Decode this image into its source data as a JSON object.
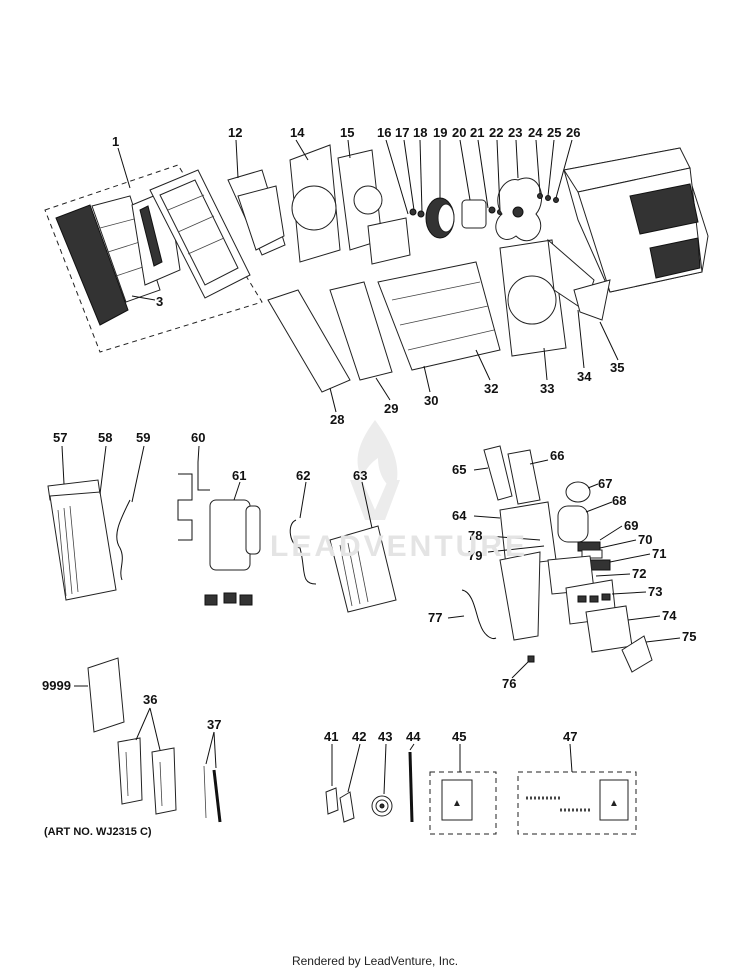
{
  "callouts": {
    "c1": "1",
    "c3": "3",
    "c12": "12",
    "c14": "14",
    "c15": "15",
    "c16": "16",
    "c17": "17",
    "c18": "18",
    "c19": "19",
    "c20": "20",
    "c21": "21",
    "c22": "22",
    "c23": "23",
    "c24": "24",
    "c25": "25",
    "c26": "26",
    "c28": "28",
    "c29": "29",
    "c30": "30",
    "c32": "32",
    "c33": "33",
    "c34": "34",
    "c35": "35",
    "c36": "36",
    "c37": "37",
    "c41": "41",
    "c42": "42",
    "c43": "43",
    "c44": "44",
    "c45": "45",
    "c47": "47",
    "c57": "57",
    "c58": "58",
    "c59": "59",
    "c60": "60",
    "c61": "61",
    "c62": "62",
    "c63": "63",
    "c64": "64",
    "c65": "65",
    "c66": "66",
    "c67": "67",
    "c68": "68",
    "c69": "69",
    "c70": "70",
    "c71": "71",
    "c72": "72",
    "c73": "73",
    "c74": "74",
    "c75": "75",
    "c76": "76",
    "c77": "77",
    "c78": "78",
    "c79": "79",
    "c9999": "9999"
  },
  "art_number": "(ART NO. WJ2315 C)",
  "footer": "Rendered by LeadVenture, Inc.",
  "watermark": "LEADVENTURE"
}
